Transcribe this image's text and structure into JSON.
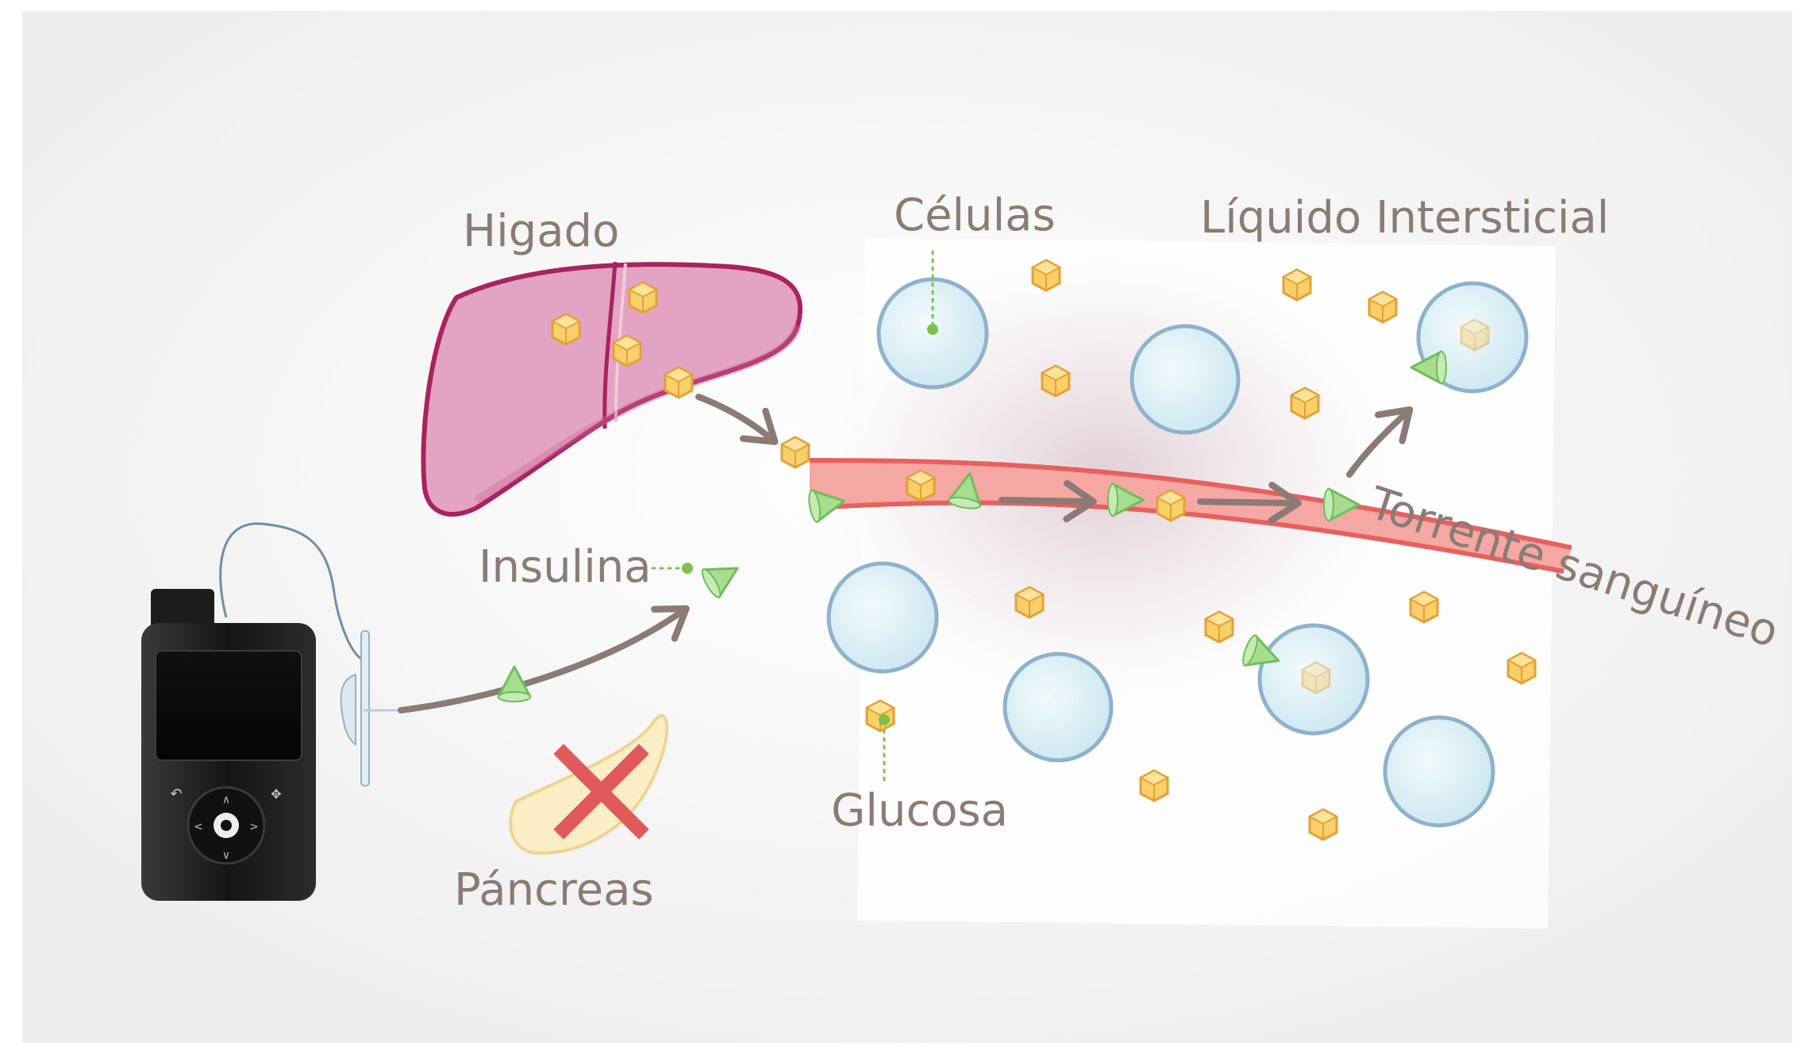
{
  "labels": {
    "liver": "Higado",
    "cells": "Células",
    "interstitial": "Líquido Intersticial",
    "insulin": "Insulina",
    "glucose": "Glucosa",
    "pancreas": "Páncreas",
    "bloodstream": "Torrente sanguíneo"
  },
  "colors": {
    "label_text": "#8b7b75",
    "arrow": "#8c7a74",
    "liver_fill": "#e3a3c3",
    "liver_stroke": "#a8235f",
    "vessel_fill": "#f4a7a3",
    "vessel_stroke": "#e8605d",
    "cell_fill": "#dcf0f6",
    "cell_stroke": "#8fb2cc",
    "glucose_fill": "#f9cf6a",
    "glucose_stroke": "#e3a137",
    "insulin_fill": "#a8dc8e",
    "insulin_stroke": "#6cbf5a",
    "pointer_dot": "#7fc24a",
    "cross": "#e2595c",
    "pancreas_fill": "#fbeec4",
    "pump_body": "#1d1d1d"
  },
  "icons": [
    "insulin-pump-icon",
    "liver-icon",
    "pancreas-icon",
    "cross-icon",
    "cell-icon",
    "glucose-cube-icon",
    "insulin-cone-icon",
    "blood-vessel-icon"
  ]
}
